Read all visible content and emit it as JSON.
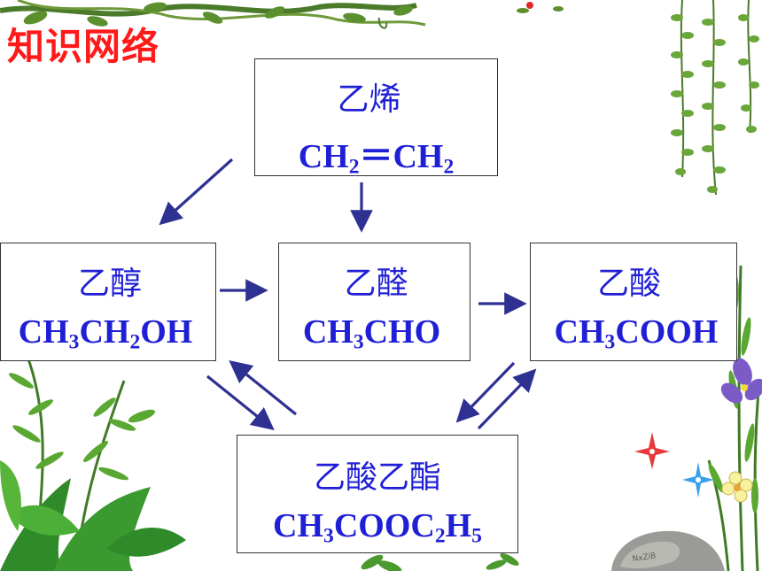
{
  "slide": {
    "title": "知识网络",
    "colors": {
      "title": "#ff1a1a",
      "text": "#1f1fd6",
      "arrow": "#2e3192",
      "border": "#333333"
    },
    "decorations": [
      "vine-icon",
      "fern-icon",
      "flower-icon",
      "sparkle-icon",
      "rock-icon"
    ]
  },
  "nodes": {
    "ethylene": {
      "name": "乙烯",
      "formula": [
        {
          "t": "CH"
        },
        {
          "s": "2"
        },
        {
          "t": "＝CH"
        },
        {
          "s": "2"
        }
      ]
    },
    "ethanol": {
      "name": "乙醇",
      "formula": [
        {
          "t": "CH"
        },
        {
          "s": "3"
        },
        {
          "t": "CH"
        },
        {
          "s": "2"
        },
        {
          "t": "OH"
        }
      ]
    },
    "acetaldehyde": {
      "name": "乙醛",
      "formula": [
        {
          "t": "CH"
        },
        {
          "s": "3"
        },
        {
          "t": "CHO"
        }
      ]
    },
    "acetic_acid": {
      "name": "乙酸",
      "formula": [
        {
          "t": "CH"
        },
        {
          "s": "3"
        },
        {
          "t": "COOH"
        }
      ]
    },
    "ethyl_acetate": {
      "name": "乙酸乙酯",
      "formula": [
        {
          "t": "CH"
        },
        {
          "s": "3"
        },
        {
          "t": "COOC"
        },
        {
          "s": "2"
        },
        {
          "t": "H"
        },
        {
          "s": "5"
        }
      ]
    }
  },
  "edges": [
    {
      "from": "ethylene",
      "to": "ethanol"
    },
    {
      "from": "ethylene",
      "to": "acetaldehyde"
    },
    {
      "from": "ethanol",
      "to": "acetaldehyde"
    },
    {
      "from": "acetaldehyde",
      "to": "acetic_acid"
    },
    {
      "from": "ethanol",
      "to": "ethyl_acetate"
    },
    {
      "from": "ethyl_acetate",
      "to": "ethanol"
    },
    {
      "from": "acetic_acid",
      "to": "ethyl_acetate"
    },
    {
      "from": "ethyl_acetate",
      "to": "acetic_acid"
    }
  ]
}
